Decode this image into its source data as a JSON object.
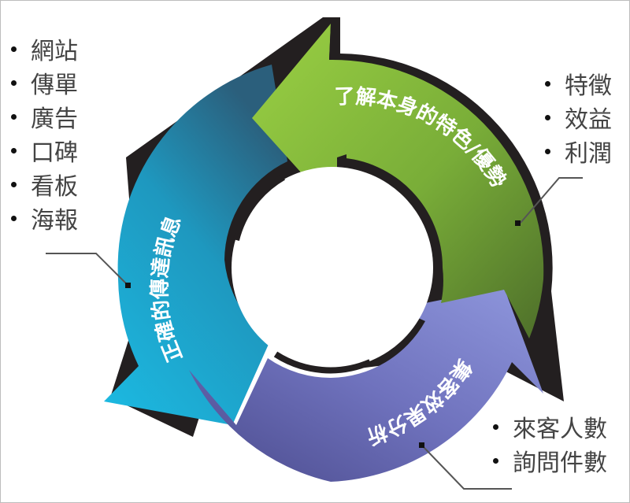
{
  "diagram": {
    "type": "cycle",
    "segments": [
      {
        "id": "understand",
        "label": "了解本身的特色/優勢",
        "color_start": "#8cc63f",
        "color_end": "#557a2c"
      },
      {
        "id": "analysis",
        "label": "集客效果分析",
        "color_start": "#8d93d9",
        "color_end": "#5b5aa0"
      },
      {
        "id": "message",
        "label": "正確的傳達訊息",
        "color_start": "#1fb4dc",
        "color_end": "#2a6f8e"
      }
    ],
    "arrow_outline_color": "#231f20"
  },
  "left_list": {
    "items": [
      "網站",
      "傳單",
      "廣告",
      "口碑",
      "看板",
      "海報"
    ]
  },
  "right_top_list": {
    "items": [
      "特徵",
      "效益",
      "利潤"
    ]
  },
  "bottom_right_list": {
    "items": [
      "來客人數",
      "詢問件數"
    ]
  }
}
